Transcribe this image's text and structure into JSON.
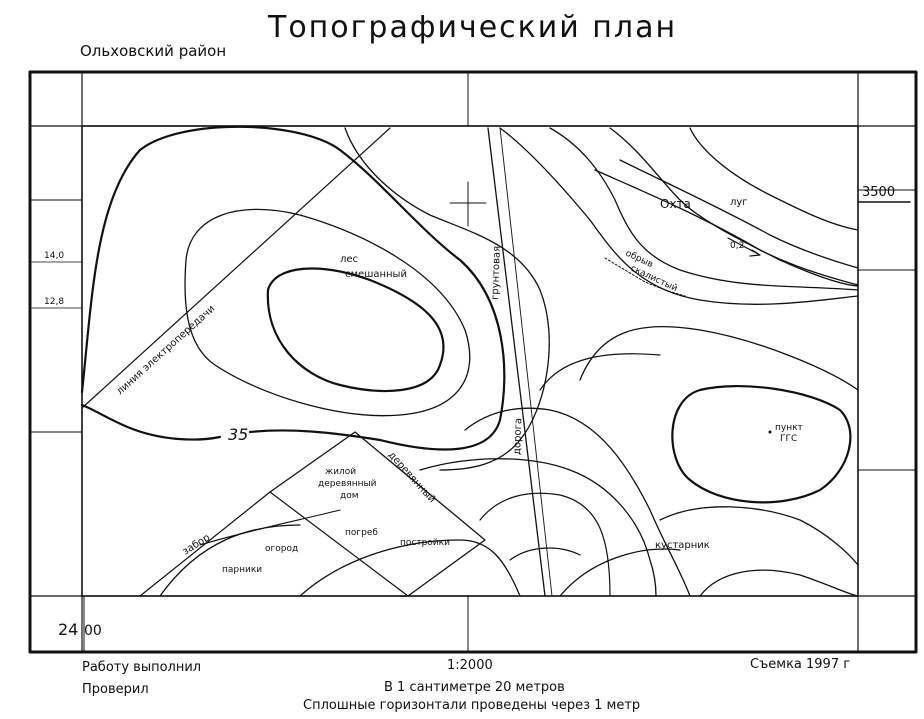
{
  "title": "Топографический план",
  "district": "Ольховский район",
  "labels": {
    "forest_1": "лес",
    "forest_2": "смешанный",
    "road_1": "грунтовая",
    "road_2": "дорога",
    "river": "Охта",
    "meadow": "луг",
    "flow_speed": "0,2",
    "cliff_1": "обрыв",
    "cliff_2": "скалистый",
    "powerline": "линия электропередачи",
    "contour_value": "35",
    "house_1": "жилой",
    "house_2": "деревянный",
    "house_3": "дом",
    "wooden": "деревянный",
    "fence": "забор",
    "garden": "огород",
    "cellar": "погреб",
    "buildings": "постройки",
    "greenhouses": "парники",
    "shrubs": "кустарник",
    "ggs_1": "пункт",
    "ggs_2": "ГГС"
  },
  "grid": {
    "coord_right": "3500",
    "coord_bottom_1": "24",
    "coord_bottom_2": "00",
    "tick_14": "14,0",
    "tick_12": "12,8"
  },
  "footer": {
    "made_by": "Работу выполнил",
    "checked_by": "Проверил",
    "scale": "1:2000",
    "scale_text": "В 1 сантиметре 20 метров",
    "contours_note": "Сплошные горизонтали проведены через 1 метр",
    "survey": "Съемка 1997 г"
  }
}
